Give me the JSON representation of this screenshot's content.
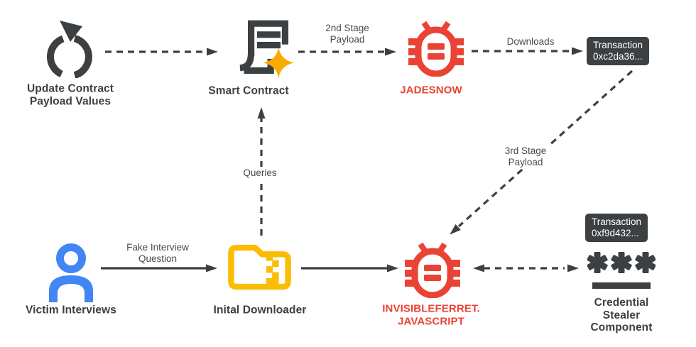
{
  "colors": {
    "dark": "#3C4043",
    "red": "#EA4335",
    "blue": "#4285F4",
    "yellow": "#FBBC04",
    "gold": "#F9AB00",
    "badge_bg": "#3C4043",
    "badge_text": "#FFFFFF"
  },
  "nodes": {
    "update_contract": {
      "label": "Update Contract\nPayload Values"
    },
    "smart_contract": {
      "label": "Smart Contract"
    },
    "jadesnow": {
      "label": "JADESNOW"
    },
    "transaction_1": {
      "title": "Transaction",
      "hash": "0xc2da36..."
    },
    "victim": {
      "label": "Victim Interviews"
    },
    "initial_downloader": {
      "label": "Inital Downloader"
    },
    "invisibleferret": {
      "label": "INVISIBLEFERRET.\nJAVASCRIPT"
    },
    "transaction_2": {
      "title": "Transaction",
      "hash": "0xf9d432..."
    },
    "credential_stealer": {
      "label": "Credential Stealer\nComponent"
    }
  },
  "edges": {
    "smart_contract_to_jadesnow": {
      "label": "2nd Stage\nPayload"
    },
    "jadesnow_to_transaction": {
      "label": "Downloads"
    },
    "transaction_to_invisibleferret": {
      "label": "3rd Stage\nPayload"
    },
    "downloader_to_smart_contract": {
      "label": "Queries"
    },
    "victim_to_downloader": {
      "label": "Fake Interview\nQuestion"
    }
  }
}
